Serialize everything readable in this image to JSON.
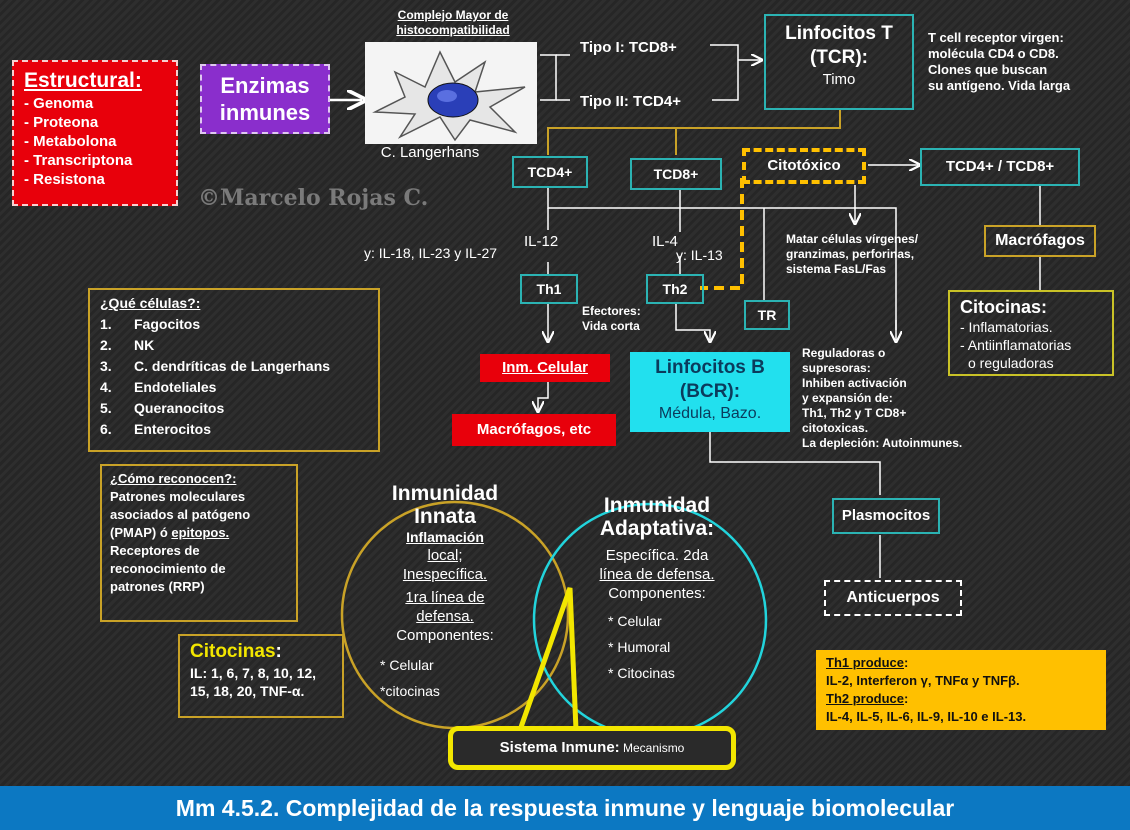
{
  "colors": {
    "teal": "#2bb3b3",
    "gold": "#c9a227",
    "red": "#e8000b",
    "cyan": "#22e0ee",
    "yellow": "#f2e600",
    "orange": "#ffc000",
    "purple": "#8a2ecc",
    "footer": "#0c78c2"
  },
  "mhc": {
    "line1": "Complejo Mayor de",
    "line2": "histocompatibilidad"
  },
  "estructural": {
    "title": "Estructural:",
    "items": [
      "- Genoma",
      "- Proteona",
      "- Metabolona",
      "- Transcriptona",
      "- Resistona"
    ]
  },
  "enzimas": {
    "line1": "Enzimas",
    "line2": "inmunes"
  },
  "langerhans": "C. Langerhans",
  "watermark": "©Marcelo Rojas C.",
  "tipo1": "Tipo I: TCD8+",
  "tipo2": "Tipo II: TCD4+",
  "linfT": {
    "line1": "Linfocitos T",
    "line2": "(TCR):",
    "line3": "Timo"
  },
  "tcellNote": {
    "line1": "T cell receptor virgen:",
    "line2": "molécula CD4 o CD8.",
    "line3": "Clones que  buscan",
    "line4": "su  antígeno. Vida larga"
  },
  "tcd4": "TCD4+",
  "tcd8": "TCD8+",
  "citotoxico": "Citotóxico",
  "tcd48": "TCD4+ / TCD8+",
  "matar": {
    "line1": "Matar células vírgenes/",
    "line2": "granzimas, perforinas,",
    "line3": "sistema FasL/Fas"
  },
  "macrofagos": "Macrófagos",
  "citocinasR": {
    "title": "Citocinas:",
    "line1": "- Inflamatorias.",
    "line2": "- Antiinflamatorias",
    "line3": "  o reguladoras"
  },
  "il12": "IL-12",
  "il4": "IL-4",
  "yil": "y: IL-18, IL-23 y IL-27",
  "yil13": "y: IL-13",
  "th1": "Th1",
  "th2": "Th2",
  "tr": "TR",
  "efectores": {
    "line1": "Efectores:",
    "line2": "Vida corta"
  },
  "inmCelular": "Inm. Celular",
  "macrofagosEtc": "Macrófagos, etc",
  "linfB": {
    "line1": "Linfocitos B",
    "line2": "(BCR):",
    "line3": "Médula, Bazo."
  },
  "reguladoras": {
    "line1": "Reguladoras o",
    "line2": "supresoras:",
    "line3": "Inhiben activación",
    "line4": "y expansión de:",
    "line5": "Th1, Th2 y T CD8+",
    "line6": "citotoxicas.",
    "line7": "La depleción: Autoinmunes."
  },
  "queCelulas": {
    "title": "¿Qué células?:",
    "items": [
      {
        "num": "1.",
        "text": "Fagocitos"
      },
      {
        "num": "2.",
        "text": "NK"
      },
      {
        "num": "3.",
        "text": "C. dendríticas de Langerhans"
      },
      {
        "num": "4.",
        "text": "Endoteliales"
      },
      {
        "num": "5.",
        "text": "Queranocitos"
      },
      {
        "num": "6.",
        "text": "Enterocitos"
      }
    ]
  },
  "comoReconocen": {
    "title": "¿Cómo reconocen?:",
    "line1": "Patrones moleculares",
    "line2": "asociados al patógeno",
    "line3a": "(PMAP) ó ",
    "line3b": "epitopos.",
    "line4": "Receptores de",
    "line5": "reconocimiento de",
    "line6": "patrones (RRP)"
  },
  "citocinasL": {
    "title": "Citocinas",
    "colon": ":",
    "line1": "IL: 1, 6, 7, 8, 10, 12,",
    "line2": "15, 18, 20, TNF-α."
  },
  "innata": {
    "t1": "Inmunidad",
    "t2": "Innata",
    "l1": "Inflamación",
    "l2": "local;",
    "l3": "Inespecífica.",
    "l4": "1ra línea de",
    "l5": "defensa.",
    "l6": "Componentes:",
    "l7": "* Celular",
    "l8": "*citocinas"
  },
  "adaptativa": {
    "t1": "Inmunidad",
    "t2": "Adaptativa:",
    "l1": "Específica. 2da",
    "l2": "línea de defensa.",
    "l3": "Componentes:",
    "l4": "* Celular",
    "l5": "* Humoral",
    "l6": "* Citocinas"
  },
  "plasmocitos": "Plasmocitos",
  "anticuerpos": "Anticuerpos",
  "thProduce": {
    "t1": "Th1 produce",
    "c1": ":",
    "l1": "IL-2, Interferon γ, TNFα y TNFβ.",
    "t2": "Th2 produce",
    "c2": ":",
    "l2": "IL-4, IL-5, IL-6, IL-9, IL-10 e IL-13."
  },
  "sistema": {
    "bold": "Sistema Inmune:",
    "normal": " Mecanismo"
  },
  "footer": "Mm 4.5.2. Complejidad de la respuesta inmune y lenguaje biomolecular"
}
